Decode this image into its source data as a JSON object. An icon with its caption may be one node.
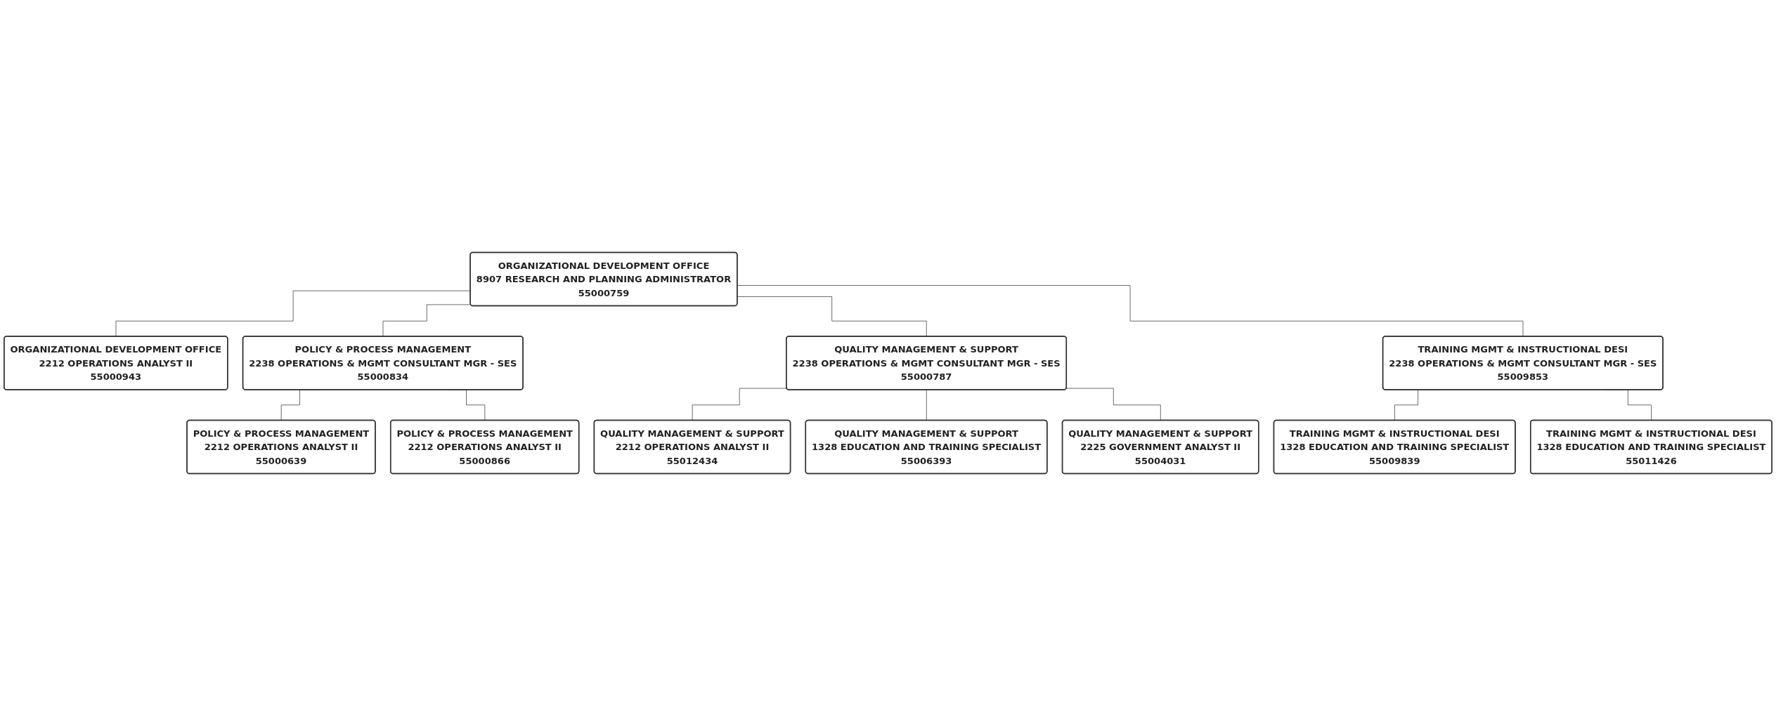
{
  "diagram": {
    "nodes": [
      {
        "text": [
          "ORGANIZATIONAL DEVELOPMENT OFFICE",
          "8907  RESEARCH AND PLANNING ADMINISTRATOR",
          "55000759"
        ]
      },
      {
        "text": [
          "ORGANIZATIONAL DEVELOPMENT OFFICE",
          "2212  OPERATIONS ANALYST II",
          "55000943"
        ]
      },
      {
        "text": [
          "POLICY & PROCESS MANAGEMENT",
          "2238  OPERATIONS & MGMT CONSULTANT MGR - SES",
          "55000834"
        ]
      },
      {
        "text": [
          "QUALITY MANAGEMENT & SUPPORT",
          "2238  OPERATIONS & MGMT CONSULTANT MGR - SES",
          "55000787"
        ]
      },
      {
        "text": [
          "TRAINING MGMT & INSTRUCTIONAL DESI",
          "2238  OPERATIONS & MGMT CONSULTANT MGR - SES",
          "55009853"
        ]
      },
      {
        "text": [
          "POLICY & PROCESS MANAGEMENT",
          "2212  OPERATIONS ANALYST II",
          "55000639"
        ]
      },
      {
        "text": [
          "POLICY & PROCESS MANAGEMENT",
          "2212  OPERATIONS ANALYST II",
          "55000866"
        ]
      },
      {
        "text": [
          "QUALITY MANAGEMENT & SUPPORT",
          "2212  OPERATIONS ANALYST II",
          "55012434"
        ]
      },
      {
        "text": [
          "QUALITY MANAGEMENT & SUPPORT",
          "1328  EDUCATION AND TRAINING SPECIALIST",
          "55006393"
        ]
      },
      {
        "text": [
          "QUALITY MANAGEMENT & SUPPORT",
          "2225  GOVERNMENT ANALYST II",
          "55004031"
        ]
      },
      {
        "text": [
          "TRAINING MGMT & INSTRUCTIONAL DESI",
          "1328  EDUCATION AND TRAINING SPECIALIST",
          "55009839"
        ]
      },
      {
        "text": [
          "TRAINING MGMT & INSTRUCTIONAL DESI",
          "1328  EDUCATION AND TRAINING SPECIALIST",
          "55011426"
        ]
      }
    ],
    "edges": [
      {
        "from": 0,
        "to": 1,
        "arrow": "none"
      },
      {
        "from": 0,
        "to": 2,
        "arrow": "none"
      },
      {
        "from": 0,
        "to": 3,
        "arrow": "none"
      },
      {
        "from": 0,
        "to": 4,
        "arrow": "none"
      },
      {
        "from": 2,
        "to": 5,
        "arrow": "none"
      },
      {
        "from": 2,
        "to": 6,
        "arrow": "none"
      },
      {
        "from": 3,
        "to": 7,
        "arrow": "none"
      },
      {
        "from": 3,
        "to": 8,
        "arrow": "none"
      },
      {
        "from": 3,
        "to": 9,
        "arrow": "none"
      },
      {
        "from": 4,
        "to": 10,
        "arrow": "none"
      },
      {
        "from": 4,
        "to": 11,
        "arrow": "none"
      }
    ]
  }
}
